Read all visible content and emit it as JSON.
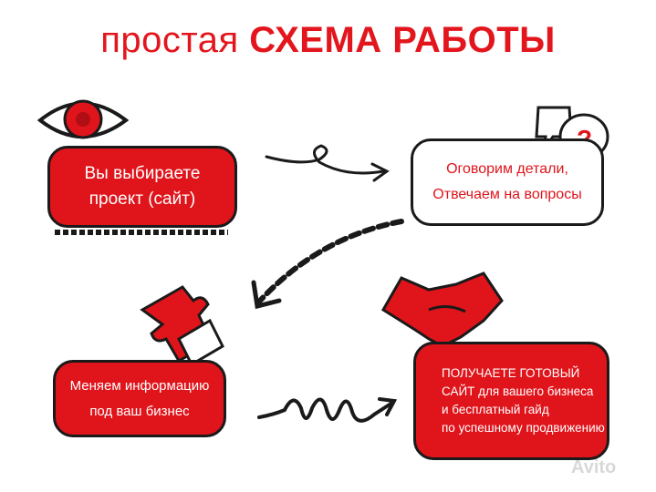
{
  "title": {
    "plain": "простая",
    "bold": "СХЕМА РАБОТЫ"
  },
  "steps": [
    {
      "text": "Вы выбираете\nпроект (сайт)",
      "icon": "eye-icon"
    },
    {
      "text": "Оговорим детали,\nОтвечаем на вопросы",
      "icon": "question-bubbles-icon"
    },
    {
      "text": "Меняем информацию\nпод ваш бизнес",
      "icon": "puzzle-icon"
    },
    {
      "text": "ПОЛУЧАЕТЕ ГОТОВЫЙ\nСАЙТ для вашего бизнеса\nи бесплатный гайд\nпо успешному продвижению",
      "icon": "handshake-icon"
    }
  ],
  "watermark": "Avito",
  "colors": {
    "accent": "#e0141b",
    "ink": "#1a1a1a",
    "background": "#ffffff"
  }
}
